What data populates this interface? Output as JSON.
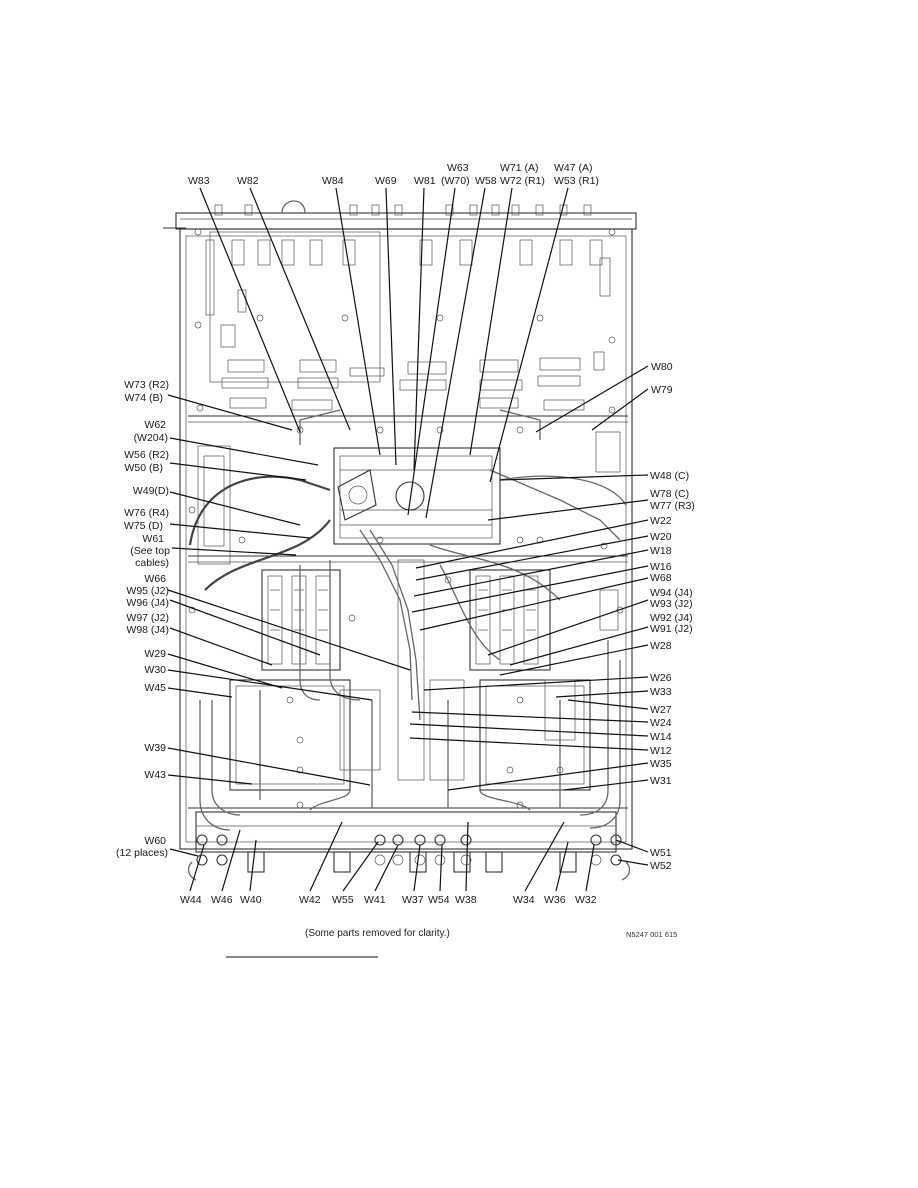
{
  "figure": {
    "caption": "(Some parts removed for clarity.)",
    "ref_number": "N5247 001 615"
  },
  "labels": {
    "top": [
      "W83",
      "W82",
      "W84",
      "W69",
      "W81",
      "W63",
      "(W70)",
      "W58",
      "W71 (A)",
      "W72 (R1)",
      "W47 (A)",
      "W53 (R1)"
    ],
    "left": [
      "W73 (R2)",
      "W74 (B)",
      "W62",
      "(W204)",
      "W56 (R2)",
      "W50 (B)",
      "W49(D)",
      "W76 (R4)",
      "W75 (D)",
      "W61",
      "(See top",
      "cables)",
      "W66",
      "W95 (J2)",
      "W96 (J4)",
      "W97 (J2)",
      "W98 (J4)",
      "W29",
      "W30",
      "W45",
      "W39",
      "W43",
      "W60",
      "(12 places)"
    ],
    "right": [
      "W80",
      "W79",
      "W48 (C)",
      "W78 (C)",
      "W77 (R3)",
      "W22",
      "W20",
      "W18",
      "W16",
      "W68",
      "W94 (J4)",
      "W93 (J2)",
      "W92 (J4)",
      "W91 (J2)",
      "W28",
      "W26",
      "W33",
      "W27",
      "W24",
      "W14",
      "W12",
      "W35",
      "W31",
      "W51",
      "W52"
    ],
    "bottom": [
      "W44",
      "W46",
      "W40",
      "W42",
      "W55",
      "W41",
      "W37",
      "W54",
      "W38",
      "W34",
      "W36",
      "W32"
    ]
  },
  "colors": {
    "ink": "#111111",
    "frame": "#333333",
    "background": "#ffffff"
  }
}
